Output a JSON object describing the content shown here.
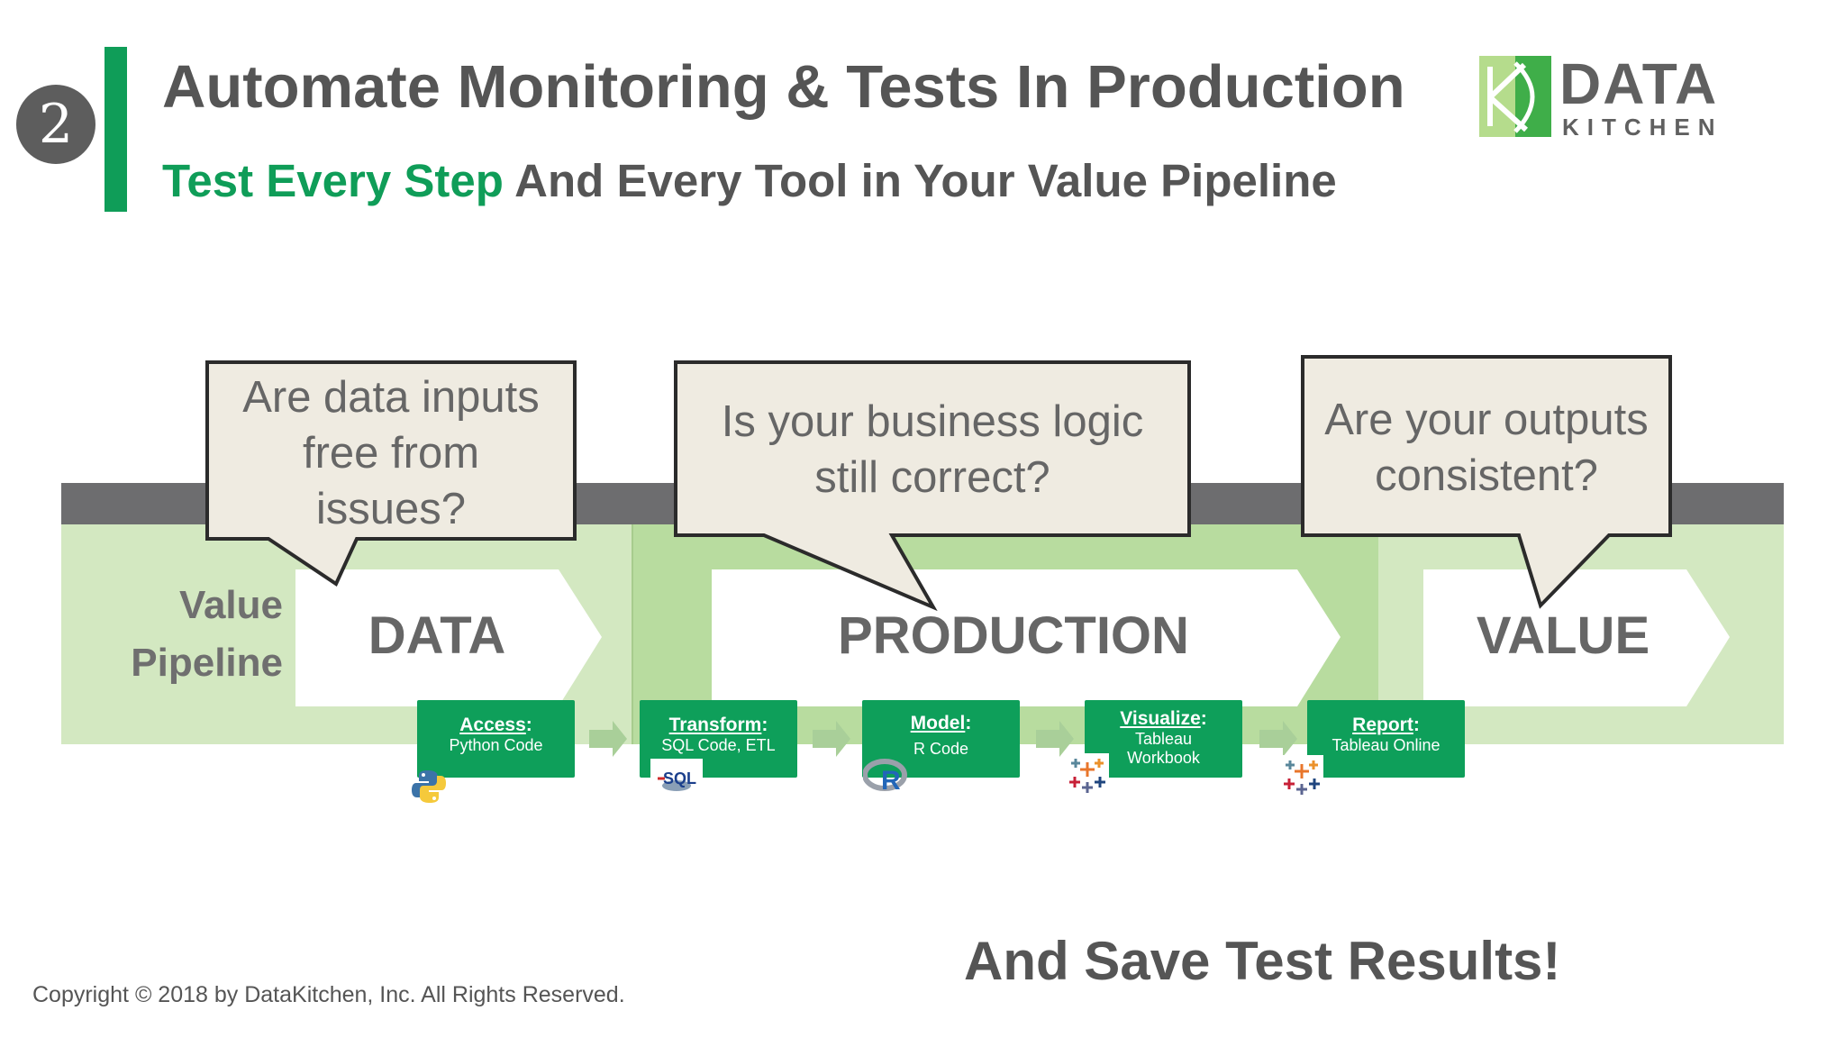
{
  "header": {
    "step_number": "2",
    "title": "Automate Monitoring & Tests In Production",
    "subtitle_highlight": "Test Every Step",
    "subtitle_rest": " And Every Tool in Your Value Pipeline"
  },
  "logo": {
    "word1": "DATA",
    "word2": "KITCHEN"
  },
  "pipeline": {
    "label_line1": "Value",
    "label_line2": "Pipeline",
    "phases": [
      "DATA",
      "PRODUCTION",
      "VALUE"
    ]
  },
  "callouts": [
    {
      "lines": [
        "Are data inputs",
        "free from",
        "issues?"
      ]
    },
    {
      "lines": [
        "Is your business logic",
        "still correct?"
      ]
    },
    {
      "lines": [
        "Are your outputs",
        "consistent?"
      ]
    }
  ],
  "steps": [
    {
      "title": "Access",
      "detail": [
        "Python Code"
      ],
      "icon": "python-icon"
    },
    {
      "title": "Transform",
      "detail": [
        "SQL Code, ETL"
      ],
      "icon": "sql-icon"
    },
    {
      "title": "Model",
      "detail": [
        "R Code"
      ],
      "icon": "r-icon"
    },
    {
      "title": "Visualize",
      "detail": [
        "Tableau",
        "Workbook"
      ],
      "icon": "tableau-icon"
    },
    {
      "title": "Report",
      "detail": [
        "Tableau Online"
      ],
      "icon": "tableau-icon"
    }
  ],
  "footer": {
    "note": "And Save Test Results!",
    "copyright": "Copyright © 2018 by DataKitchen, Inc.  All Rights Reserved."
  },
  "colors": {
    "accent_green": "#0f9d58",
    "band_light": "#d3e8c1",
    "band_mid": "#b8dc9f",
    "band_top": "#6d6d6f",
    "callout_fill": "#efebe1"
  }
}
